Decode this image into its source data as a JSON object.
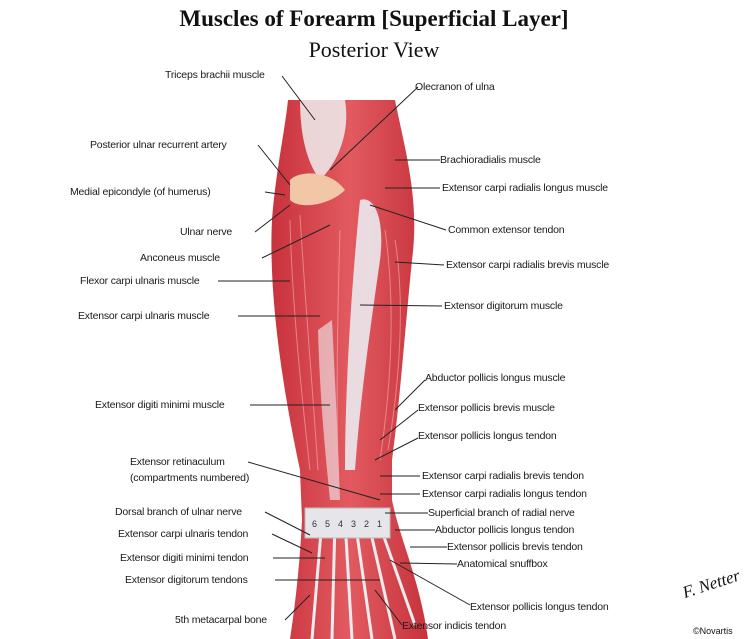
{
  "title": "Muscles of Forearm [Superficial Layer]",
  "subtitle": "Posterior View",
  "labels": [
    "Triceps brachii muscle",
    "Posterior ulnar recurrent artery",
    "Medial epicondyle (of humerus)",
    "Ulnar nerve",
    "Anconeus muscle",
    "Flexor carpi ulnaris muscle",
    "Extensor carpi ulnaris muscle",
    "Extensor digiti minimi muscle",
    "Extensor retinaculum",
    "(compartments numbered)",
    "Dorsal branch of ulnar nerve",
    "Extensor carpi ulnaris tendon",
    "Extensor digiti minimi tendon",
    "Extensor digitorum tendons",
    "5th metacarpal bone",
    "Olecranon of ulna",
    "Brachioradialis muscle",
    "Extensor carpi radialis longus muscle",
    "Common extensor tendon",
    "Extensor carpi radialis brevis  muscle",
    "Extensor digitorum muscle",
    "Abductor pollicis longus muscle",
    "Extensor pollicis brevis  muscle",
    "Extensor pollicis longus tendon",
    "Extensor carpi radialis brevis tendon",
    "Extensor carpi radialis longus  tendon",
    "Superficial branch of radial nerve",
    "Abductor pollicis longus tendon",
    "Extensor pollicis brevis tendon",
    "Anatomical snuffbox",
    "Extensor pollicis longus tendon",
    "Extensor indicis tendon"
  ],
  "compartments": [
    "6",
    "5",
    "4",
    "3",
    "2",
    "1"
  ],
  "signature": "F. Netter",
  "copyright": "©Novartis",
  "colors": {
    "muscle": "#d9434c",
    "muscle_light": "#ec8a8a",
    "tendon": "#e9e9ec",
    "line": "#222222"
  }
}
